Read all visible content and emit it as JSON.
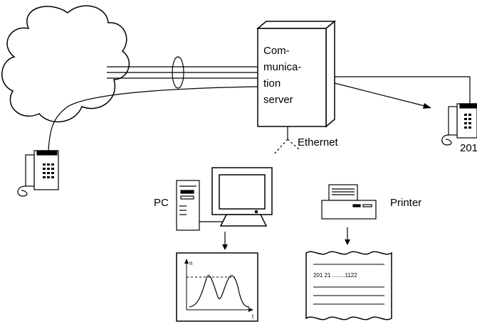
{
  "server": {
    "label_lines": [
      "Com-",
      "munica-",
      "tion",
      "server"
    ]
  },
  "labels": {
    "ethernet": "Ethernet",
    "pc": "PC",
    "printer": "Printer",
    "phone_number": "201"
  },
  "printout": {
    "line": "201 21 ........1122"
  },
  "graph": {
    "y_axis_label": "n",
    "x_axis_label": "t"
  },
  "colors": {
    "stroke": "#000000",
    "background": "#ffffff"
  }
}
